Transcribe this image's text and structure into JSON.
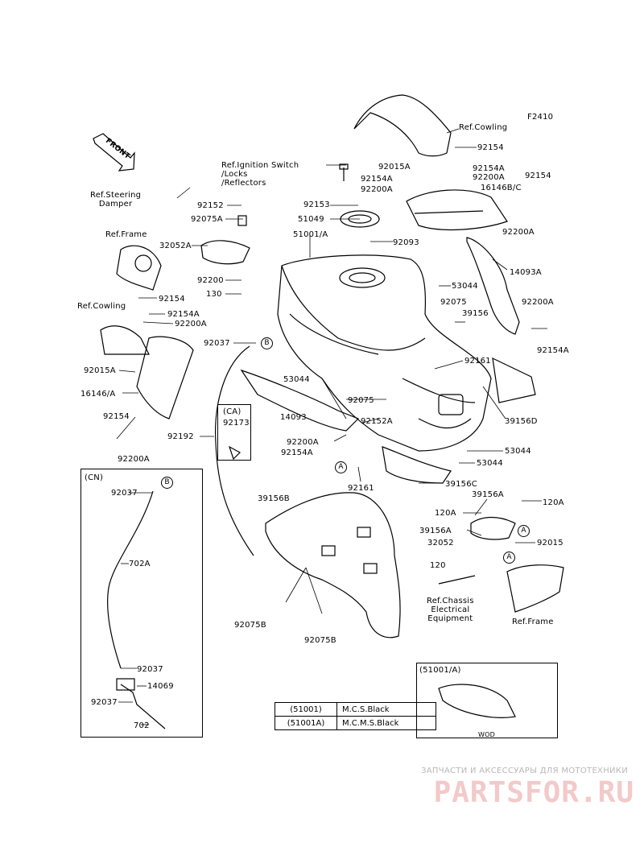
{
  "diagram": {
    "figure_code": "F2410",
    "front_badge": "FRONT",
    "labels": {
      "ref_cowling_top": "Ref.Cowling",
      "p92154_a": "92154",
      "p92015A_top": "92015A",
      "p92154A_top1": "92154A",
      "p92154A_top2": "92154A",
      "p92200A_top1": "92200A",
      "p92200A_top2": "92200A",
      "p92154_b": "92154",
      "p16146BC": "16146B/C",
      "ref_ignition": "Ref.Ignition Switch\n/Locks\n/Reflectors",
      "p92153": "92153",
      "p51049": "51049",
      "p51001A": "51001/A",
      "p92093": "92093",
      "p92200A_right": "92200A",
      "ref_steering": "Ref.Steering\nDamper",
      "p92152_top": "92152",
      "p92075A": "92075A",
      "ref_frame_left": "Ref.Frame",
      "p32052A": "32052A",
      "p92200": "92200",
      "p130": "130",
      "p14093A": "14093A",
      "p53044_top": "53044",
      "p92075_a": "92075",
      "p39156": "39156",
      "p92200A_far_right": "92200A",
      "p92154A_far_right": "92154A",
      "p92154_left": "92154",
      "ref_cowling_left": "Ref.Cowling",
      "p92154A_left": "92154A",
      "p92200A_left": "92200A",
      "p92037_mid": "92037",
      "p92015A_left": "92015A",
      "p16146A": "16146/A",
      "p53044_mid": "53044",
      "p92161_a": "92161",
      "p92075_b": "92075",
      "p39156D": "39156D",
      "p14093": "14093",
      "p92152A": "92152A",
      "p92154_left2": "92154",
      "p92192": "92192",
      "p92200A_mid": "92200A",
      "p92154A_mid": "92154A",
      "p92200A_left2": "92200A",
      "p53044_r1": "53044",
      "p53044_r2": "53044",
      "p92161_b": "92161",
      "p39156C": "39156C",
      "ca_label": "(CA)",
      "p92173": "92173",
      "cn_label": "(CN)",
      "p92037_cn1": "92037",
      "p702A": "702A",
      "p92037_cn2": "92037",
      "p14069": "14069",
      "p92037_cn3": "92037",
      "p702": "702",
      "p39156B": "39156B",
      "p92075B_a": "92075B",
      "p92075B_b": "92075B",
      "p39156A": "39156A",
      "p120A_a": "120A",
      "p120A_b": "120A",
      "p39156A_b": "39156A",
      "p32052": "32052",
      "p92015": "92015",
      "p120": "120",
      "ref_chassis": "Ref.Chassis\nElectrical\nEquipment",
      "ref_frame_right": "Ref.Frame",
      "inset_51001A": "(51001/A)",
      "wod": "WOD"
    },
    "circle_markers": [
      "B",
      "A",
      "B",
      "A",
      "A"
    ],
    "variant_table": [
      {
        "code": "(51001)",
        "desc": "M.C.S.Black"
      },
      {
        "code": "(51001A)",
        "desc": "M.C.M.S.Black"
      }
    ]
  },
  "watermark": {
    "line1": "ЗАПЧАСТИ И АКСЕССУАРЫ ДЛЯ МОТОТЕХНИКИ",
    "line2": "PARTSFOR.RU"
  }
}
